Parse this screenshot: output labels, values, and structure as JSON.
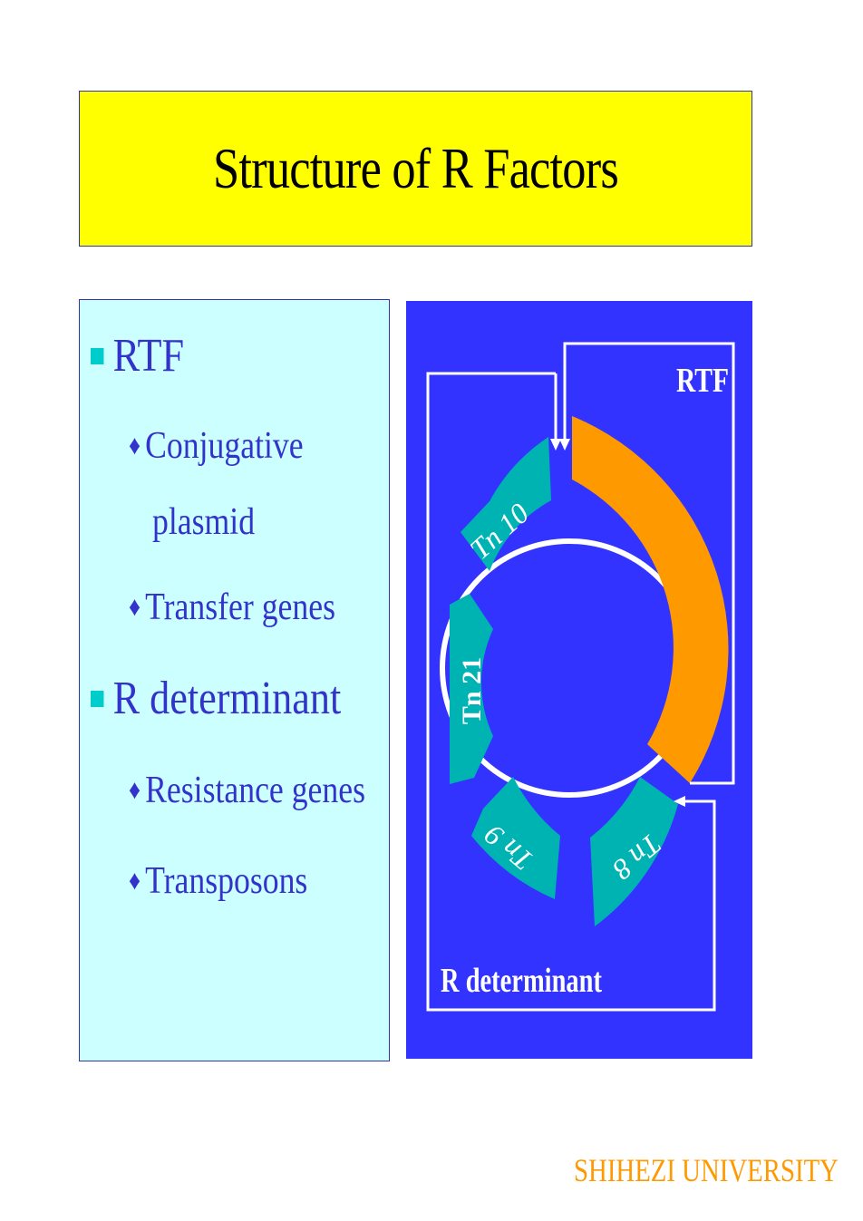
{
  "title": "Structure of R Factors",
  "bullets": [
    {
      "label": "RTF",
      "sub": [
        "Conjugative",
        "plasmid",
        "Transfer genes"
      ]
    },
    {
      "label": "R determinant",
      "sub": [
        "Resistance genes",
        "Transposons"
      ]
    }
  ],
  "diagram": {
    "rtf_label": "RTF",
    "rdet_label": "R determinant",
    "segments": [
      "Tn 10",
      "Tn 21",
      "Tn 9",
      "Tn 8"
    ],
    "colors": {
      "background": "#3333ff",
      "rtf": "#ff9900",
      "transposon": "#00b3b3",
      "lines": "#ffffff"
    }
  },
  "footer": "SHIHEZI UNIVERSITY",
  "colors": {
    "title_bg": "#ffff00",
    "panel_bg": "#ccffff",
    "text": "#3333cc",
    "footer": "#ff9900"
  }
}
